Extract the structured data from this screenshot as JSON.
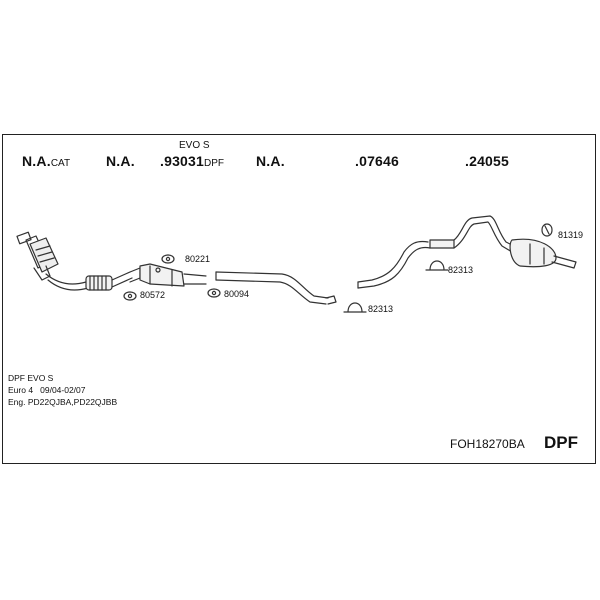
{
  "header": {
    "parts": [
      {
        "main": "N.A.",
        "suffix": "CAT"
      },
      {
        "main": "N.A.",
        "suffix": ""
      },
      {
        "main": ".93031",
        "suffix": "DPF",
        "above": "EVO S"
      },
      {
        "main": "N.A.",
        "suffix": ""
      },
      {
        "main": ".07646",
        "suffix": ""
      },
      {
        "main": ".24055",
        "suffix": ""
      }
    ]
  },
  "callouts": [
    "80221",
    "80572",
    "80094",
    "82313",
    "82313",
    "81319"
  ],
  "info": {
    "line1": "DPF EVO S",
    "line2": "Euro 4   09/04-02/07",
    "line3": "Eng. PD22QJBA,PD22QJBB"
  },
  "footer": {
    "code": "FOH18270BA",
    "badge": "DPF"
  }
}
